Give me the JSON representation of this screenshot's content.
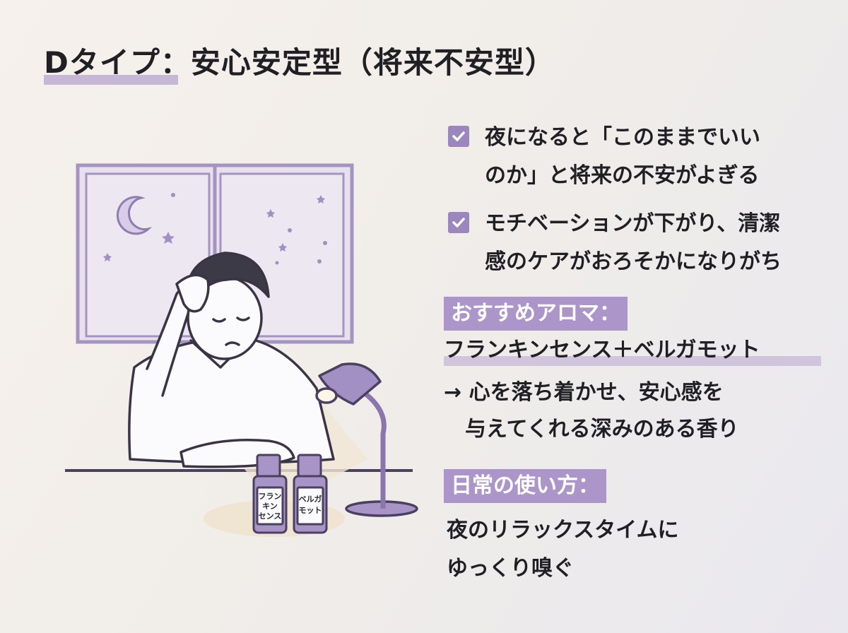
{
  "title": "Dタイプ：安心安定型（将来不安型）",
  "bullets": [
    {
      "text": "夜になると「このままでいい\nのか」と将来の不安がよぎる",
      "icon": "check-icon"
    },
    {
      "text": "モチベーションが下がり、清潔\n感のケアがおろそかになりがち",
      "icon": "check-icon"
    }
  ],
  "recommendation": {
    "label": "おすすめアロマ：",
    "name": "フランキンセンス＋ベルガモット",
    "description": "→ 心を落ち着かせ、安心感を\n　与えてくれる深みのある香り"
  },
  "usage": {
    "label": "日常の使い方：",
    "text": "夜のリラックスタイムに\nゆっくり嗅ぐ"
  },
  "illustration": {
    "bottle_left_label": [
      "フラン",
      "キン",
      "センス"
    ],
    "bottle_right_label": [
      "ベルガ",
      "モット"
    ]
  },
  "colors": {
    "accent": "#9b86bd",
    "tag_bg": "#ab95c9",
    "highlight": "#b7a4cf",
    "outline": "#4a4060"
  }
}
